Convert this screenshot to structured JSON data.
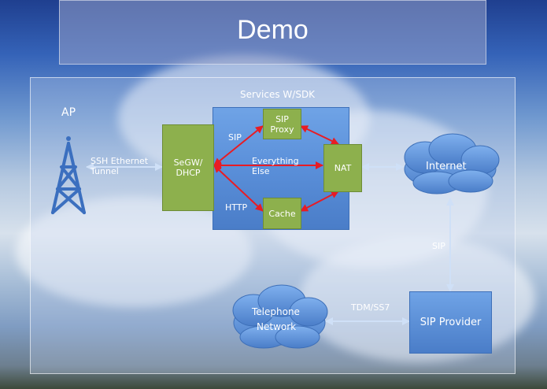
{
  "slide": {
    "title": "Demo"
  },
  "diagram": {
    "group_label": "Services W/SDK",
    "ap_label": "AP",
    "tunnel_label_line1": "SSH Ethernet",
    "tunnel_label_line2": "Tunnel",
    "segw_line1": "SeGW/",
    "segw_line2": "DHCP",
    "sip_proxy_line1": "SIP",
    "sip_proxy_line2": "Proxy",
    "nat_label": "NAT",
    "cache_label": "Cache",
    "sip_label": "SIP",
    "everything_line1": "Everything",
    "everything_line2": "Else",
    "http_label": "HTTP",
    "internet_label": "Internet",
    "sip_vertical_label": "SIP",
    "telephone_line1": "Telephone",
    "telephone_line2": "Network",
    "tdm_label": "TDM/SS7",
    "sip_provider_label": "SIP Provider"
  }
}
